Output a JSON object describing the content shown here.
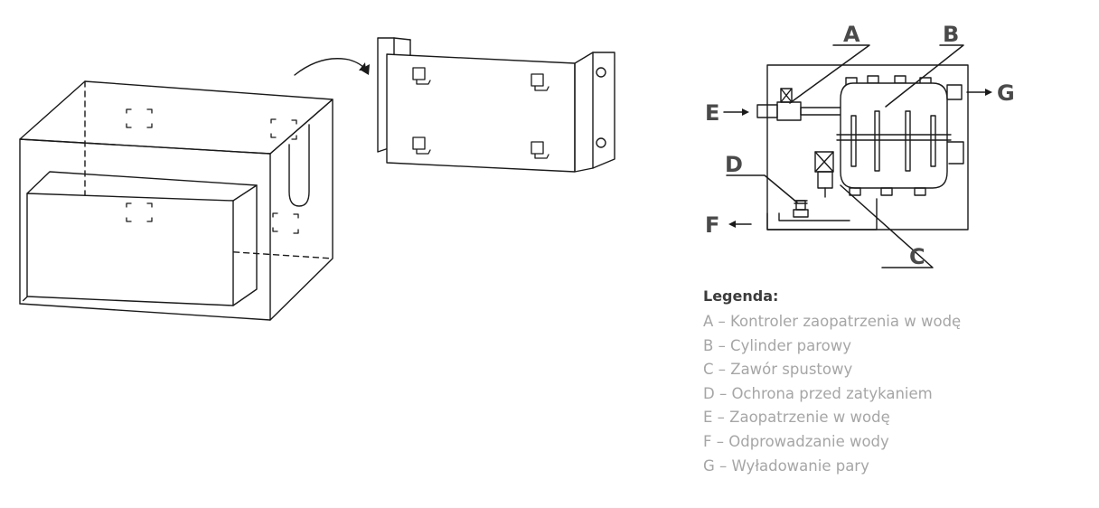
{
  "callouts": {
    "a": "A",
    "b": "B",
    "c": "C",
    "d": "D",
    "e": "E",
    "f": "F",
    "g": "G"
  },
  "legend": {
    "title": "Legenda:",
    "items": [
      "A – Kontroler zaopatrzenia w wodę",
      "B – Cylinder parowy",
      "C – Zawór spustowy",
      "D –  Ochrona przed zatykaniem",
      "E – Zaopatrzenie w wodę",
      "F – Odprowadzanie wody",
      "G – Wyładowanie pary"
    ]
  },
  "colors": {
    "line": "#1a1a1a",
    "callout_text": "#4a4a4a",
    "legend_title": "#3c3c3c",
    "legend_text": "#a6a6a6"
  }
}
